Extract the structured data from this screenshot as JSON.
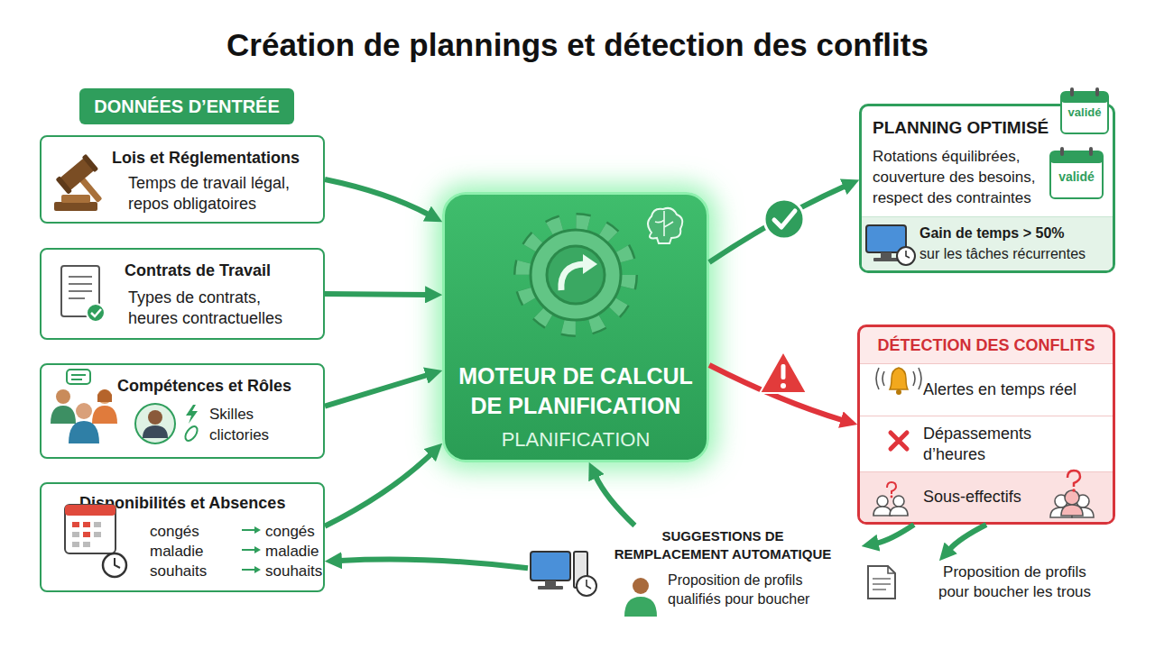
{
  "diagram": {
    "title": "Création de plannings et détection des conflits",
    "nodes": [
      {
        "text": [
          "DONNÉES D’ENTRÉE"
        ]
      },
      {
        "text": [
          "Lois et Réglementations",
          "Temps de travail légal, repos obligatoires"
        ]
      },
      {
        "text": [
          "Contrats de Travail",
          "Types de contrats, heures contractuelles"
        ]
      },
      {
        "text": [
          "Compétences et Rôles",
          "Skilles",
          "clictories"
        ]
      },
      {
        "text": [
          "Disponibilités et Absences",
          "congés",
          "congés",
          "maladie",
          "maladie",
          "souhaits",
          "souhaits"
        ]
      },
      {
        "text": [
          "MOTEUR DE CALCUL DE PLANIFICATION",
          "PLANIFICATION"
        ]
      },
      {
        "text": [
          "PLANNING OPTIMISÉ",
          "Rotations équilibrées, couverture des besoins, respect des contraintes"
        ]
      },
      {
        "text": [
          "Gain de temps > 50%",
          "sur les tâches récurrentes"
        ],
        "in": 6
      },
      {
        "text": [
          "DÉTECTION DES CONFLITS"
        ]
      },
      {
        "text": [
          "Alertes en temps réel"
        ],
        "in": 8
      },
      {
        "text": [
          "Dépassements d’heures"
        ],
        "in": 8
      },
      {
        "text": [
          "Sous-effectifs"
        ],
        "in": 8
      },
      {
        "text": [
          "SUGGESTIONS DE REMPLACEMENT AUTOMATIQUE",
          "Proposition de profils qualifiés pour boucher"
        ]
      },
      {
        "text": [
          "Proposition de profils pour boucher les trous"
        ]
      }
    ],
    "edges": [
      {
        "from": 1,
        "to": 5,
        "arrow": "to"
      },
      {
        "from": 2,
        "to": 5,
        "arrow": "to"
      },
      {
        "from": 3,
        "to": 5,
        "arrow": "to"
      },
      {
        "from": 4,
        "to": 5,
        "arrow": "to"
      },
      {
        "from": 5,
        "to": 6,
        "arrow": "to"
      },
      {
        "from": 5,
        "to": 8,
        "arrow": "to"
      },
      {
        "from": 8,
        "to": 12,
        "arrow": "to"
      },
      {
        "from": 8,
        "to": 13,
        "arrow": "to"
      },
      {
        "from": 12,
        "to": 5,
        "arrow": "to"
      },
      {
        "from": 12,
        "to": 4,
        "arrow": "to"
      }
    ],
    "labels": [
      "validé",
      "validé"
    ]
  }
}
